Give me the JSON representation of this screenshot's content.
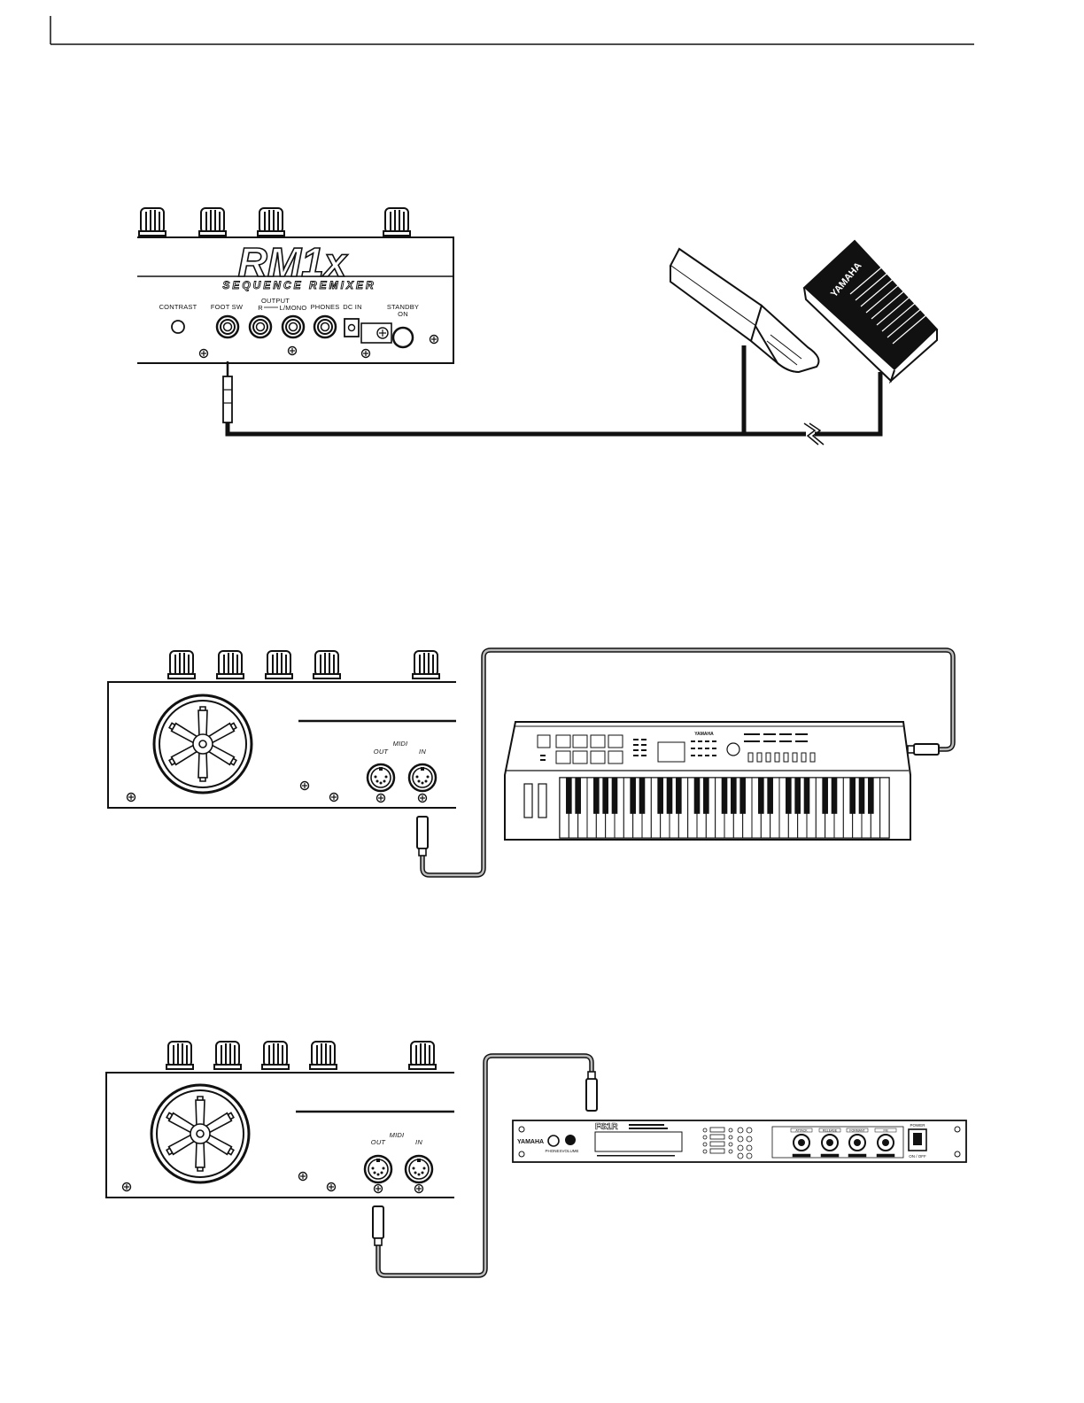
{
  "rm1x_panel": {
    "logo": "RM1x",
    "subtitle": "SEQUENCE REMIXER",
    "contrast": "CONTRAST",
    "foot_sw": "FOOT SW",
    "output": "OUTPUT",
    "output_r": "R",
    "output_l": "L/MONO",
    "phones": "PHONES",
    "dc_in": "DC IN",
    "standby": "STANDBY",
    "on": "ON"
  },
  "pedal": {
    "brand": "YAMAHA"
  },
  "rear_panel_1": {
    "midi": "MIDI",
    "out": "OUT",
    "in": "IN"
  },
  "rear_panel_2": {
    "midi": "MIDI",
    "out": "OUT",
    "in": "IN"
  },
  "keyboard": {
    "brand": "YAMAHA"
  },
  "module": {
    "brand": "YAMAHA",
    "model": "FS1R",
    "phones": "PHONES",
    "volume": "VOLUME",
    "knob_labels": [
      "ATTACK",
      "RELEASE",
      "FORMANT",
      "FM"
    ],
    "power": "POWER",
    "power_state": "ON / OFF"
  }
}
